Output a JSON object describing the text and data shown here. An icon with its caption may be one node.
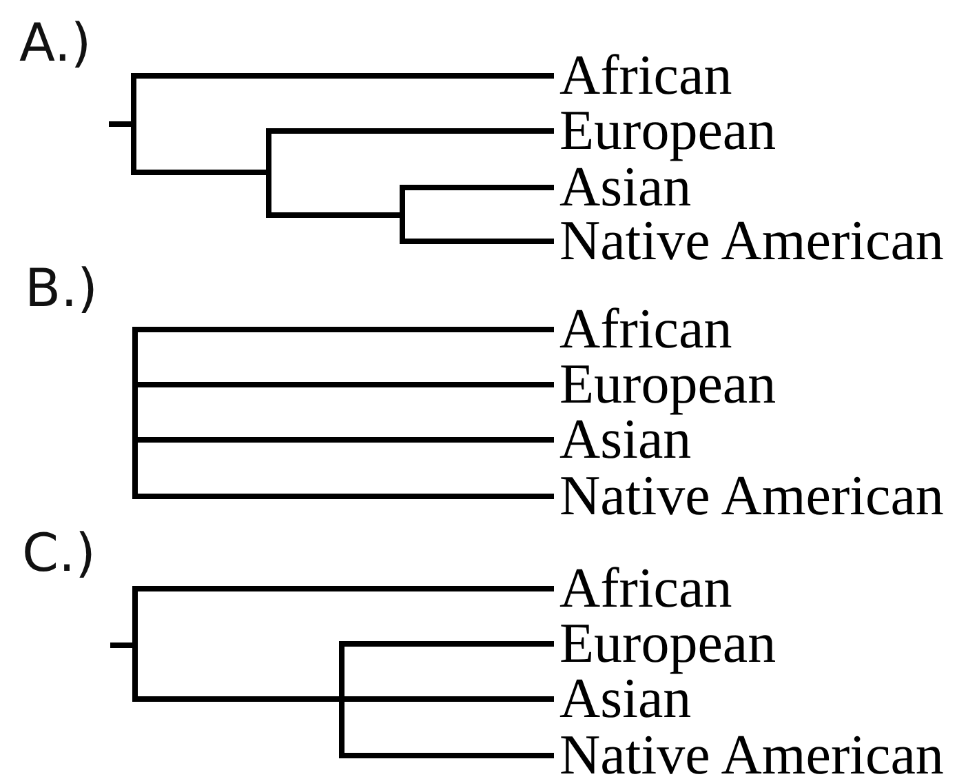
{
  "diagram": {
    "nodes": [
      {
        "text": [],
        "shape": "bar"
      },
      {
        "text": [
          "African"
        ]
      },
      {
        "text": [],
        "shape": "bar"
      },
      {
        "text": [
          "European"
        ]
      },
      {
        "text": [],
        "shape": "bar"
      },
      {
        "text": [
          "Asian"
        ]
      },
      {
        "text": [
          "Native American"
        ]
      },
      {
        "text": [],
        "shape": "bar"
      },
      {
        "text": [
          "African"
        ]
      },
      {
        "text": [
          "European"
        ]
      },
      {
        "text": [
          "Asian"
        ]
      },
      {
        "text": [
          "Native American"
        ]
      },
      {
        "text": [],
        "shape": "bar"
      },
      {
        "text": [
          "African"
        ]
      },
      {
        "text": [],
        "shape": "bar"
      },
      {
        "text": [
          "European"
        ]
      },
      {
        "text": [
          "Asian"
        ]
      },
      {
        "text": [
          "Native American"
        ]
      }
    ],
    "edges": [
      {
        "from": null,
        "to": 0,
        "arrow": "none"
      },
      {
        "from": 0,
        "to": 1,
        "arrow": "none"
      },
      {
        "from": 0,
        "to": 2,
        "arrow": "none"
      },
      {
        "from": 2,
        "to": 3,
        "arrow": "none"
      },
      {
        "from": 2,
        "to": 4,
        "arrow": "none"
      },
      {
        "from": 4,
        "to": 5,
        "arrow": "none"
      },
      {
        "from": 4,
        "to": 6,
        "arrow": "none"
      },
      {
        "from": 7,
        "to": 8,
        "arrow": "none"
      },
      {
        "from": 7,
        "to": 9,
        "arrow": "none"
      },
      {
        "from": 7,
        "to": 10,
        "arrow": "none"
      },
      {
        "from": 7,
        "to": 11,
        "arrow": "none"
      },
      {
        "from": null,
        "to": 12,
        "arrow": "none"
      },
      {
        "from": 12,
        "to": 13,
        "arrow": "none"
      },
      {
        "from": 12,
        "to": 14,
        "arrow": "none"
      },
      {
        "from": 14,
        "to": 15,
        "arrow": "none"
      },
      {
        "from": 14,
        "to": 16,
        "arrow": "none"
      },
      {
        "from": 14,
        "to": 17,
        "arrow": "none"
      }
    ],
    "labels": [
      "A.)",
      "B.)",
      "C.)"
    ]
  }
}
